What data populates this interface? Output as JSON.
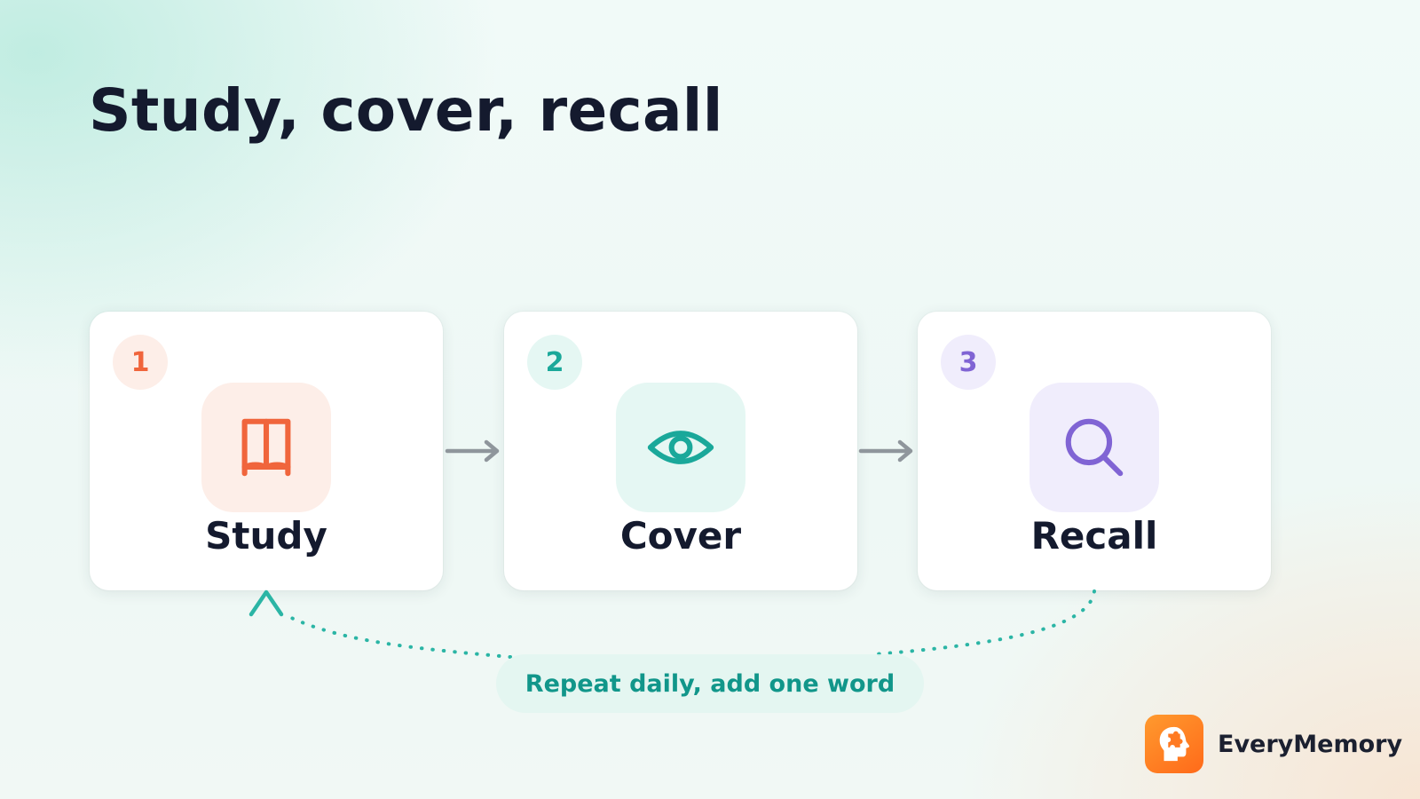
{
  "title": "Study, cover, recall",
  "colors": {
    "study_accent": "#f0653c",
    "study_tile": "#fdeee8",
    "cover_accent": "#1aa89a",
    "cover_tile": "#e5f7f3",
    "recall_accent": "#8064d4",
    "recall_tile": "#f0edfc",
    "arrow": "#8f969c",
    "loop": "#2bb5a5",
    "brand": "#ff7a22"
  },
  "steps": [
    {
      "number": "1",
      "label": "Study",
      "icon": "open-book-icon"
    },
    {
      "number": "2",
      "label": "Cover",
      "icon": "eye-icon"
    },
    {
      "number": "3",
      "label": "Recall",
      "icon": "magnifier-icon"
    }
  ],
  "loop": {
    "label": "Repeat daily, add one word"
  },
  "brand": {
    "name": "EveryMemory",
    "icon": "head-puzzle-icon"
  }
}
